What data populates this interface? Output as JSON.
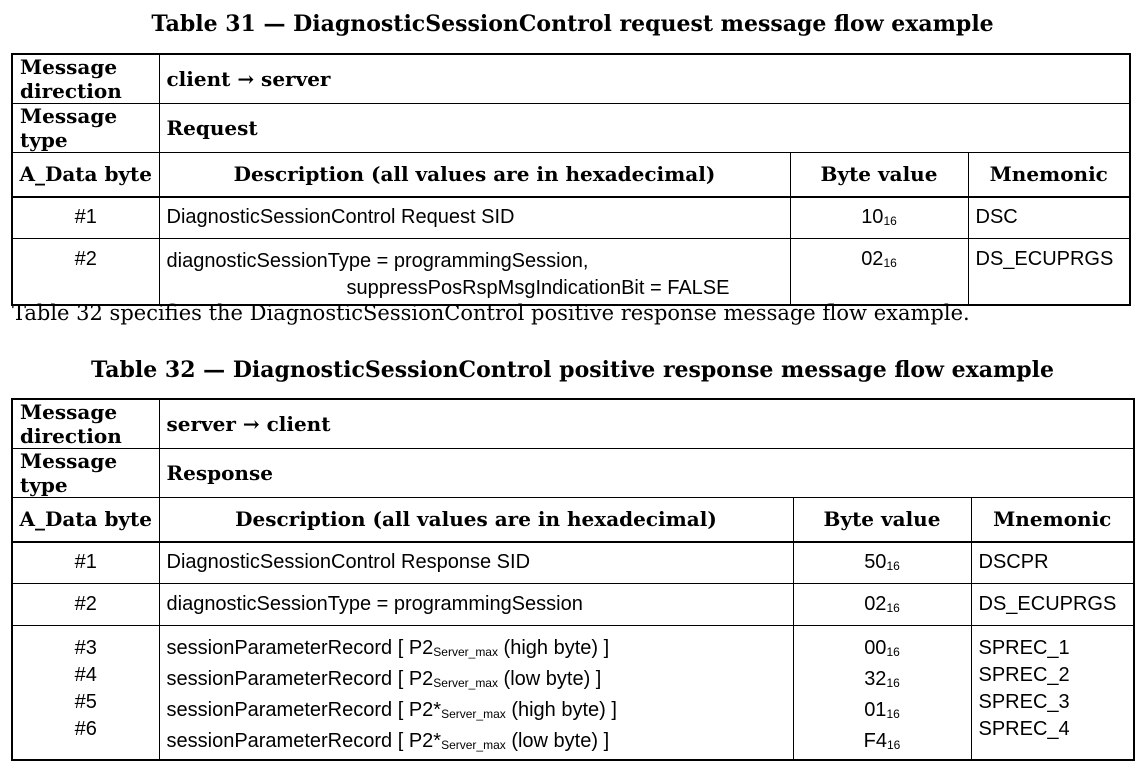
{
  "table31": {
    "caption": "Table 31 — DiagnosticSessionControl request message flow example",
    "direction_label": "Message direction",
    "direction_value": "client → server",
    "type_label": "Message type",
    "type_value": "Request",
    "headers": [
      "A_Data byte",
      "Description (all values are in hexadecimal)",
      "Byte value",
      "Mnemonic"
    ],
    "rows": [
      {
        "byte": "#1",
        "desc": "DiagnosticSessionControl Request SID",
        "value": "10",
        "mnemonic": "DSC"
      },
      {
        "byte": "#2",
        "desc": "diagnosticSessionType = programmingSession,",
        "desc2": "suppressPosRspMsgIndicationBit = FALSE",
        "value": "02",
        "mnemonic": "DS_ECUPRGS"
      }
    ]
  },
  "paragraph": "Table 32 specifies the DiagnosticSessionControl positive response message flow example.",
  "table32": {
    "caption": "Table 32 — DiagnosticSessionControl positive response message flow example",
    "direction_label": "Message direction",
    "direction_value": "server → client",
    "type_label": "Message type",
    "type_value": "Response",
    "headers": [
      "A_Data byte",
      "Description (all values are in hexadecimal)",
      "Byte value",
      "Mnemonic"
    ],
    "rows": [
      {
        "byte": "#1",
        "desc": "DiagnosticSessionControl Response SID",
        "value": "50",
        "mnemonic": "DSCPR"
      },
      {
        "byte": "#2",
        "desc": "diagnosticSessionType = programmingSession",
        "value": "02",
        "mnemonic": "DS_ECUPRGS"
      }
    ],
    "record_rows": [
      {
        "byte": "#3",
        "desc_a": "sessionParameterRecord [ P2",
        "sub": "Server_max",
        "desc_b": " (high byte) ]",
        "value": "00",
        "mnemonic": "SPREC_1"
      },
      {
        "byte": "#4",
        "desc_a": "sessionParameterRecord [ P2",
        "sub": "Server_max",
        "desc_b": " (low byte) ]",
        "value": "32",
        "mnemonic": "SPREC_2"
      },
      {
        "byte": "#5",
        "desc_a": "sessionParameterRecord [ P2*",
        "sub": "Server_max",
        "desc_b": " (high byte) ]",
        "value": "01",
        "mnemonic": "SPREC_3"
      },
      {
        "byte": "#6",
        "desc_a": "sessionParameterRecord [ P2*",
        "sub": "Server_max",
        "desc_b": " (low byte) ]",
        "value": "F4",
        "mnemonic": "SPREC_4"
      }
    ]
  },
  "radix_subscript": "16"
}
